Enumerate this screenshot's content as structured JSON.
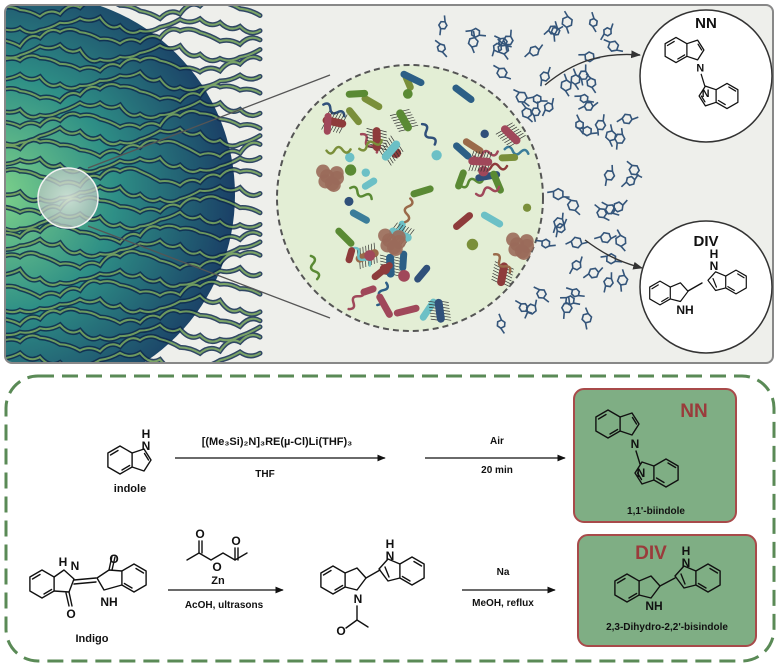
{
  "top_panel": {
    "circle_top_label": "NN",
    "circle_bottom_label": "DIV"
  },
  "reaction1": {
    "start_label": "indole",
    "reagent_top": "[(Me₃Si)₂N]₃RE(µ-Cl)Li(THF)₃",
    "reagent_bottom": "THF",
    "step2_top": "Air",
    "step2_bottom": "20 min",
    "product_box_title": "NN",
    "product_label": "1,1'-biindole"
  },
  "reaction2": {
    "start_label": "Indigo",
    "reagent_zn": "Zn",
    "reagent_bottom": "AcOH, ultrasons",
    "step2_top": "Na",
    "step2_bottom": "MeOH, reflux",
    "product_box_title": "DIV",
    "product_label": "2,3-Dihydro-2,2'-bisindole"
  },
  "atoms": {
    "nh": "NH",
    "n": "N",
    "h": "H",
    "o": "O"
  },
  "colors": {
    "panel_bg": "#eeefeb",
    "panel_border": "#888888",
    "dashed_green": "#5a8a56",
    "box_fill": "#7fae84",
    "box_border": "#a84a4a",
    "box_title": "#9a3b3b",
    "bacteria_bg": "#e3eed5",
    "molecule_blue": "#34557a"
  }
}
